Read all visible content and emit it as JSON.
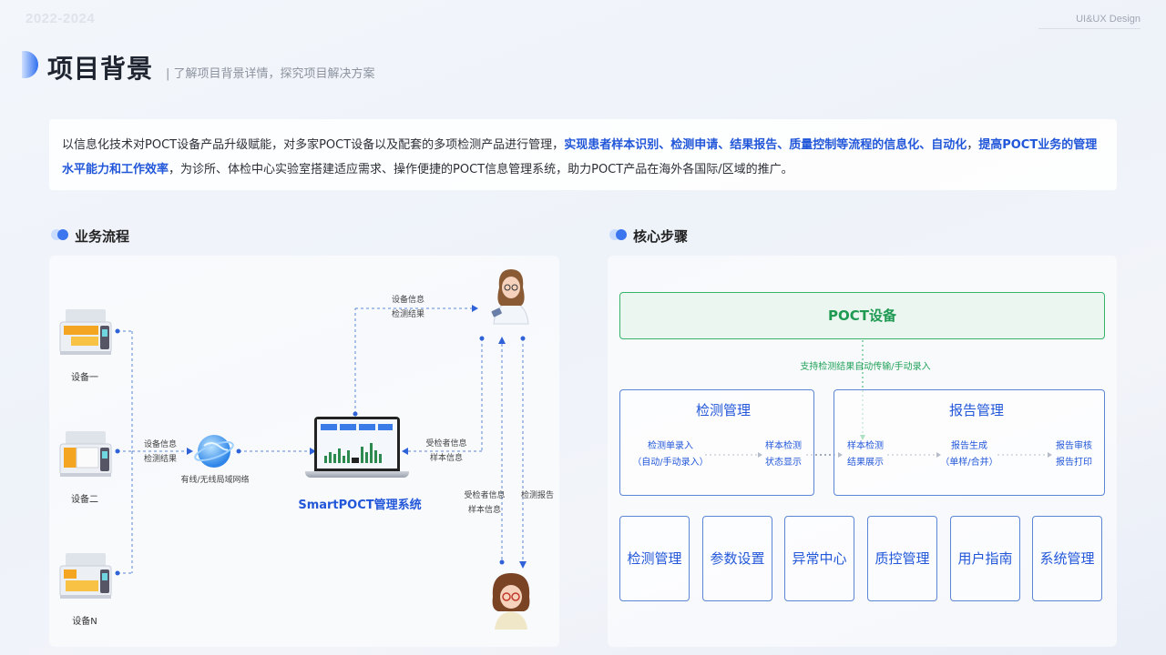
{
  "header": {
    "year": "2022-2024",
    "brand": "UI&UX Design",
    "title": "项目背景",
    "subtitle": "| 了解项目背景详情，探究项目解决方案"
  },
  "intro": {
    "part1": "以信息化技术对POCT设备产品升级赋能，对多家POCT设备以及配套的多项检测产品进行管理，",
    "highlight1": "实现患者样本识别、检测申请、结果报告、质量控制等流程的信息化、自动化",
    "part2": "，",
    "highlight2": "提高POCT业务的管理水平能力和工作效率",
    "part3": "，为诊所、体检中心实验室搭建适应需求、操作便捷的POCT信息管理系统，助力POCT产品在海外各国际/区域的推广。"
  },
  "business_flow": {
    "section_title": "业务流程",
    "devices": [
      "设备一",
      "设备二",
      "设备N"
    ],
    "device_to_network": [
      "设备信息",
      "检测结果"
    ],
    "network_label": "有线/无线局域网络",
    "system_name": "SmartPOCT管理系统",
    "system_to_doctor": [
      "设备信息",
      "检测结果"
    ],
    "doctor_to_system": [
      "受检者信息",
      "样本信息"
    ],
    "patient_to_doctor": [
      "受检者信息",
      "样本信息"
    ],
    "doctor_to_patient": "检测报告"
  },
  "core_steps": {
    "section_title": "核心步骤",
    "poct_device": "POCT设备",
    "poct_note": "支持检测结果自动传输/手动录入",
    "test_mgmt": {
      "title": "检测管理",
      "step1": [
        "检测单录入",
        "（自动/手动录入）"
      ],
      "step2": [
        "样本检测",
        "状态显示"
      ]
    },
    "report_mgmt": {
      "title": "报告管理",
      "step1": [
        "样本检测",
        "结果展示"
      ],
      "step2": [
        "报告生成",
        "（单样/合并）"
      ],
      "step3": [
        "报告审核",
        "报告打印"
      ]
    },
    "modules": [
      "检测管理",
      "参数设置",
      "异常中心",
      "质控管理",
      "用户指南",
      "系统管理"
    ]
  },
  "colors": {
    "accent": "#2257d9",
    "green": "#23a35b",
    "box_border": "#5b86d6"
  },
  "icons": {
    "device": "poct-device-icon",
    "network": "globe-network-icon",
    "laptop": "laptop-icon",
    "doctor": "doctor-avatar-icon",
    "patient": "patient-avatar-icon"
  }
}
